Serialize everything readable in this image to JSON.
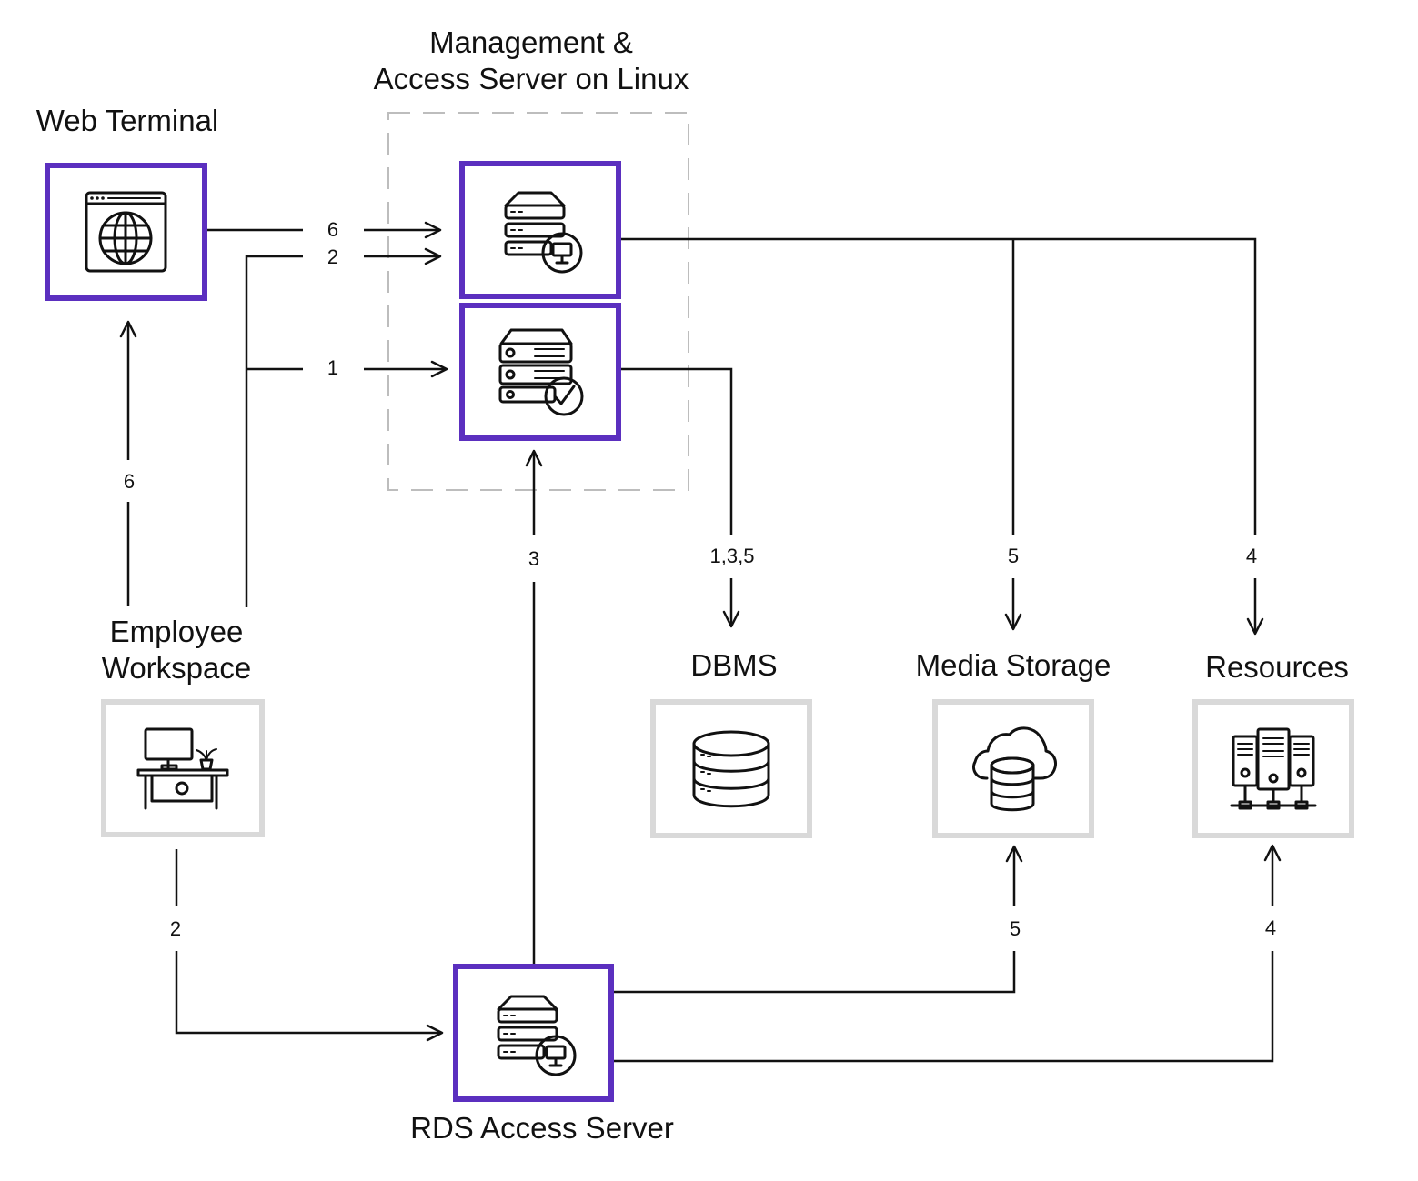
{
  "colors": {
    "accent": "#5b2fbf",
    "secondary_border": "#d9d9d9",
    "group_border": "#bdbdbd",
    "line": "#111111"
  },
  "nodes": {
    "web_terminal": {
      "title": "Web Terminal",
      "icon": "browser-globe-icon"
    },
    "management_group": {
      "title_line1": "Management &",
      "title_line2": "Access Server on Linux"
    },
    "management_server": {
      "icon": "server-monitor-icon"
    },
    "access_server": {
      "icon": "server-check-icon"
    },
    "employee_workspace": {
      "title_line1": "Employee",
      "title_line2": "Workspace",
      "icon": "desk-computer-icon"
    },
    "dbms": {
      "title": "DBMS",
      "icon": "database-icon"
    },
    "media_storage": {
      "title": "Media Storage",
      "icon": "cloud-database-icon"
    },
    "resources": {
      "title": "Resources",
      "icon": "server-network-icon"
    },
    "rds_access_server": {
      "title": "RDS Access Server",
      "icon": "server-monitor-icon"
    }
  },
  "edges": {
    "web_to_mgmt": "6",
    "workspace_to_mgmt": "2",
    "workspace_to_access": "1",
    "workspace_to_web": "6",
    "rds_to_access": "3",
    "access_to_dbms": "1,3,5",
    "mgmt_to_media": "5",
    "mgmt_to_resources": "4",
    "workspace_to_rds": "2",
    "rds_to_media": "5",
    "rds_to_resources": "4"
  }
}
